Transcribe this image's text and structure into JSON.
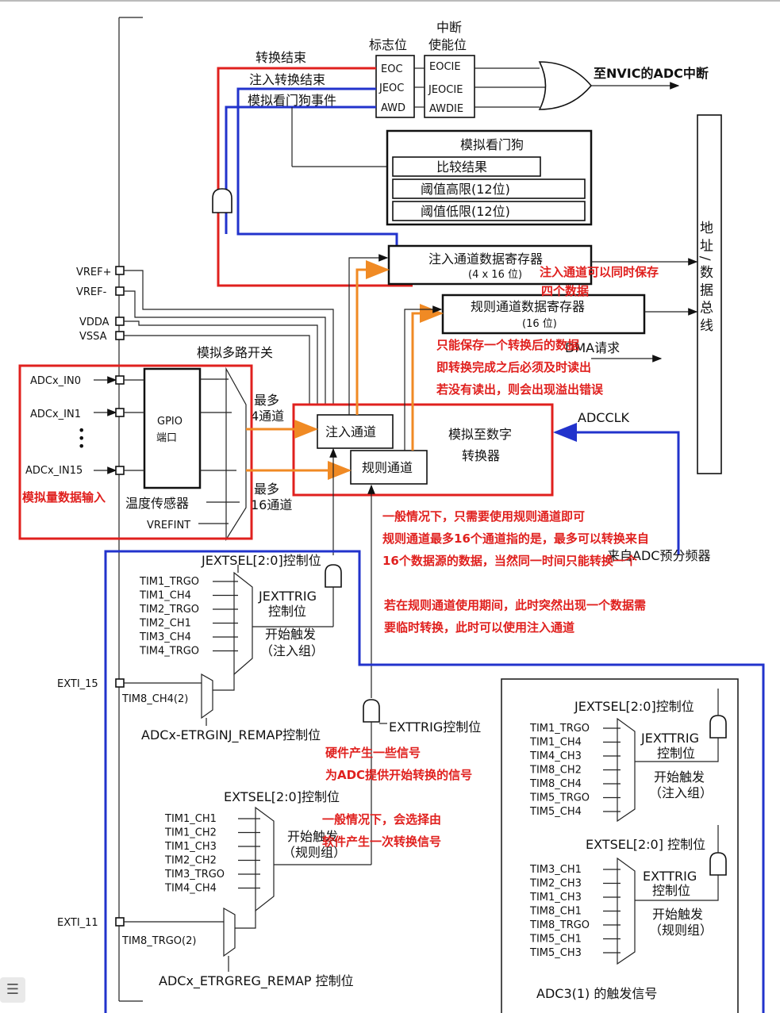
{
  "flags": {
    "header_flag": "标志位",
    "header_enable_1": "中断",
    "header_enable_2": "使能位",
    "eoc": "EOC",
    "jeoc": "JEOC",
    "awd": "AWD",
    "eocie": "EOCIE",
    "jeocie": "JEOCIE",
    "awdie": "AWDIE",
    "to_nvic": "至NVIC的ADC中断"
  },
  "events": {
    "conv_end": "转换结束",
    "inj_conv_end": "注入转换结束",
    "awd_event": "模拟看门狗事件"
  },
  "watchdog": {
    "title": "模拟看门狗",
    "compare": "比较结果",
    "high": "阈值高限(12位)",
    "low": "阈值低限(12位)"
  },
  "registers": {
    "inj_title": "注入通道数据寄存器",
    "inj_size": "(4 x 16 位)",
    "reg_title": "规则通道数据寄存器",
    "reg_size": "(16 位)",
    "bus": "地 址 / 数 据 总 线",
    "dma": "DMA请求"
  },
  "pins": {
    "vref_plus": "VREF+",
    "vref_minus": "VREF-",
    "vdda": "VDDA",
    "vssa": "VSSA",
    "in0": "ADCx_IN0",
    "in1": "ADCx_IN1",
    "dots": "•",
    "in15": "ADCx_IN15",
    "exti15": "EXTI_15",
    "exti11": "EXTI_11"
  },
  "mux": {
    "title": "模拟多路开关",
    "gpio_1": "GPIO",
    "gpio_2": "端口",
    "temp": "温度传感器",
    "vrefint": "VREFINT",
    "max4_1": "最多",
    "max4_2": "4通道",
    "max16_1": "最多",
    "max16_2": "16通道"
  },
  "adc": {
    "inj_channel": "注入通道",
    "reg_channel": "规则通道",
    "core_1": "模拟至数字",
    "core_2": "转换器",
    "adcclk": "ADCCLK",
    "prescaler": "来自ADC预分频器"
  },
  "inj_trigger": {
    "jextsel": "JEXTSEL[2:0]控制位",
    "jexttrig_1": "JEXTTRIG",
    "jexttrig_2": "控制位",
    "start_1": "开始触发",
    "start_2": "（注入组）",
    "inputs": [
      "TIM1_TRGO",
      "TIM1_CH4",
      "TIM2_TRGO",
      "TIM2_CH1",
      "TIM3_CH4",
      "TIM4_TRGO"
    ],
    "tim8": "TIM8_CH4(2)",
    "remap": "ADCx-ETRGINJ_REMAP控制位"
  },
  "reg_trigger": {
    "exttrig": "EXTTRIG控制位",
    "extsel": "EXTSEL[2:0]控制位",
    "start_1": "开始触发",
    "start_2": "（规则组）",
    "inputs": [
      "TIM1_CH1",
      "TIM1_CH2",
      "TIM1_CH3",
      "TIM2_CH2",
      "TIM3_TRGO",
      "TIM4_CH4"
    ],
    "tim8": "TIM8_TRGO(2)",
    "remap": "ADCx_ETRGREG_REMAP 控制位"
  },
  "adc3": {
    "jextsel": "JEXTSEL[2:0]控制位",
    "jexttrig_1": "JEXTTRIG",
    "jexttrig_2": "控制位",
    "start_1": "开始触发",
    "start_2": "（注入组）",
    "inj_inputs": [
      "TIM1_TRGO",
      "TIM1_CH4",
      "TIM4_CH3",
      "TIM8_CH2",
      "TIM8_CH4",
      "TIM5_TRGO",
      "TIM5_CH4"
    ],
    "extsel": "EXTSEL[2:0] 控制位",
    "exttrig_1": "EXTTRIG",
    "exttrig_2": "控制位",
    "rstart_1": "开始触发",
    "rstart_2": "（规则组）",
    "reg_inputs": [
      "TIM3_CH1",
      "TIM2_CH3",
      "TIM1_CH3",
      "TIM8_CH1",
      "TIM8_TRGO",
      "TIM5_CH1",
      "TIM5_CH3"
    ],
    "title": "ADC3(1) 的触发信号"
  },
  "notes": {
    "inj_store_1": "注入通道可以同时保存",
    "inj_store_2": "四个数据",
    "reg_store_1": "只能保存一个转换后的数据",
    "reg_store_2": "即转换完成之后必须及时读出",
    "reg_store_3": "若没有读出，则会出现溢出错误",
    "input": "模拟量数据输入",
    "general_1": "一般情况下，只需要使用规则通道即可",
    "general_2": "规则通道最多16个通道指的是，最多可以转换来自",
    "general_3": "16个数据源的数据，当然同一时间只能转换一个",
    "general_4": "若在规则通道使用期间，此时突然出现一个数据需",
    "general_5": "要临时转换，此时可以使用注入通道",
    "hw_1": "硬件产生一些信号",
    "hw_2": "为ADC提供开始转换的信号",
    "sw_1": "一般情况下，会选择由",
    "sw_2": "软件产生一次转换信号"
  },
  "menu_icon": "menu-icon",
  "colors": {
    "red": "#e0201e",
    "blue": "#2233cc",
    "orange": "#f08a24"
  }
}
